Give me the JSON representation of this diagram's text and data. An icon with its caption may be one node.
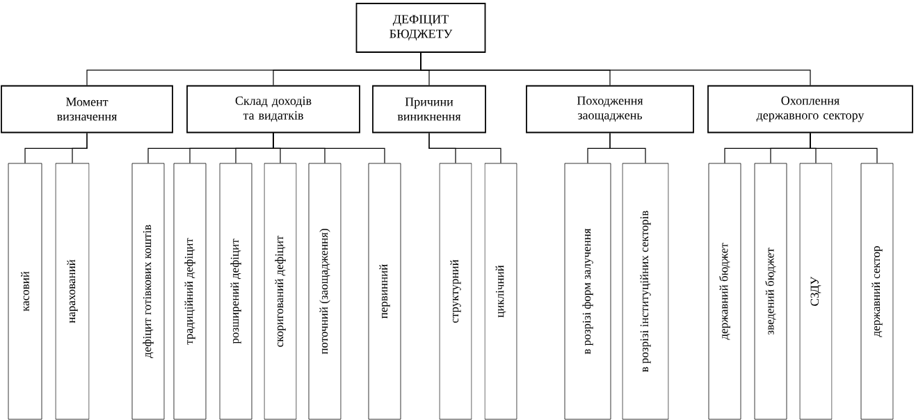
{
  "diagram": {
    "nodes": [
      {
        "text": [
          "ДЕФІЦИТ БЮДЖЕТУ"
        ]
      },
      {
        "text": [
          "Момент визначення"
        ]
      },
      {
        "text": [
          "Склад доходів та видатків"
        ]
      },
      {
        "text": [
          "Причини виникнення"
        ]
      },
      {
        "text": [
          "Походження заощаджень"
        ]
      },
      {
        "text": [
          "Охоплення державного сектору"
        ]
      },
      {
        "text": [
          "касовий"
        ]
      },
      {
        "text": [
          "нарахований"
        ]
      },
      {
        "text": [
          "дефіцит готівкових коштів"
        ]
      },
      {
        "text": [
          "традиційний дефіцит"
        ]
      },
      {
        "text": [
          "розширений дефіцит"
        ]
      },
      {
        "text": [
          "скоригований дефіцит"
        ]
      },
      {
        "text": [
          "поточний (заощадження)"
        ]
      },
      {
        "text": [
          "первинний"
        ]
      },
      {
        "text": [
          "структурний"
        ]
      },
      {
        "text": [
          "циклічний"
        ]
      },
      {
        "text": [
          "в розрізі форм залучення"
        ]
      },
      {
        "text": [
          "в розрізі інституційних секторів"
        ]
      },
      {
        "text": [
          "державний бюджет"
        ]
      },
      {
        "text": [
          "зведений бюджет"
        ]
      },
      {
        "text": [
          "СЗДУ"
        ]
      },
      {
        "text": [
          "державний сектор"
        ]
      }
    ],
    "edges": [
      {
        "from": 0,
        "to": 1,
        "arrow": "none"
      },
      {
        "from": 0,
        "to": 2,
        "arrow": "none"
      },
      {
        "from": 0,
        "to": 3,
        "arrow": "none"
      },
      {
        "from": 0,
        "to": 4,
        "arrow": "none"
      },
      {
        "from": 0,
        "to": 5,
        "arrow": "none"
      },
      {
        "from": 1,
        "to": 6,
        "arrow": "none"
      },
      {
        "from": 1,
        "to": 7,
        "arrow": "none"
      },
      {
        "from": 2,
        "to": 8,
        "arrow": "none"
      },
      {
        "from": 2,
        "to": 9,
        "arrow": "none"
      },
      {
        "from": 2,
        "to": 10,
        "arrow": "none"
      },
      {
        "from": 2,
        "to": 11,
        "arrow": "none"
      },
      {
        "from": 2,
        "to": 12,
        "arrow": "none"
      },
      {
        "from": 2,
        "to": 13,
        "arrow": "none"
      },
      {
        "from": 3,
        "to": 14,
        "arrow": "none"
      },
      {
        "from": 3,
        "to": 15,
        "arrow": "none"
      },
      {
        "from": 4,
        "to": 16,
        "arrow": "none"
      },
      {
        "from": 4,
        "to": 17,
        "arrow": "none"
      },
      {
        "from": 5,
        "to": 18,
        "arrow": "none"
      },
      {
        "from": 5,
        "to": 19,
        "arrow": "none"
      },
      {
        "from": 5,
        "to": 20,
        "arrow": "none"
      },
      {
        "from": 5,
        "to": 21,
        "arrow": "none"
      }
    ]
  }
}
